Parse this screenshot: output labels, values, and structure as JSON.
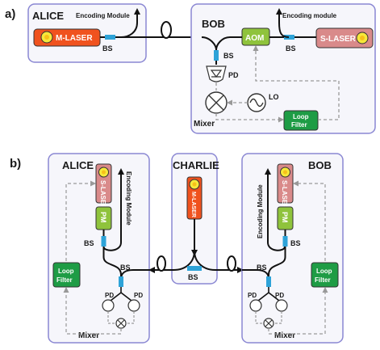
{
  "figure": {
    "a": {
      "part_label": "a)",
      "alice": {
        "title": "ALICE",
        "laser": "M-LASER",
        "bs": "BS",
        "encoding": "Encoding Module"
      },
      "bob": {
        "title": "BOB",
        "aom": "AOM",
        "laser": "S-LASER",
        "bs_right": "BS",
        "bs_center": "BS",
        "pd": "PD",
        "lo": "LO",
        "mixer": "Mixer",
        "loop_filter": [
          "Loop",
          "Filter"
        ],
        "encoding": "Encoding module"
      }
    },
    "b": {
      "part_label": "b)",
      "alice": {
        "title": "ALICE",
        "laser": "S-LASER",
        "pm": "PM",
        "encoding": "Encoding Module",
        "bs_upper": "BS",
        "bs_lower": "BS",
        "loop_filter": [
          "Loop",
          "Filter"
        ],
        "pd_left": "PD",
        "pd_right": "PD",
        "mixer": "Mixer"
      },
      "charlie": {
        "title": "CHARLIE",
        "laser": "M-LASER",
        "bs": "BS"
      },
      "bob": {
        "title": "BOB",
        "laser": "S-LASER",
        "pm": "PM",
        "encoding": "Encoding Module",
        "bs_upper": "BS",
        "bs_lower": "BS",
        "loop_filter": [
          "Loop",
          "Filter"
        ],
        "pd_left": "PD",
        "pd_right": "PD",
        "mixer": "Mixer"
      }
    },
    "colors": {
      "panel_fill": "#f6f6fb",
      "panel_stroke": "#8a87d3",
      "m_laser": "#f0521e",
      "s_laser": "#d98a8a",
      "aom_pm": "#8fc33c",
      "loop_filter": "#1e9c45",
      "beam_splitter": "#2ea3d8",
      "laser_dot": "#f7e83a"
    }
  }
}
